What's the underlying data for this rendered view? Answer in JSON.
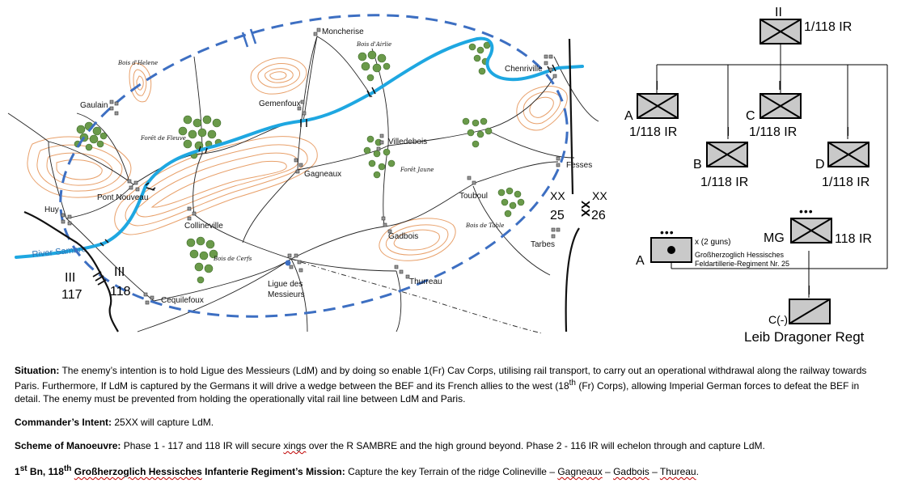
{
  "map": {
    "river_label": "River Sambre",
    "places": [
      {
        "id": "moncherise",
        "label": "Moncherise"
      },
      {
        "id": "chenriville",
        "label": "Chenriville"
      },
      {
        "id": "gaulain",
        "label": "Gaulain"
      },
      {
        "id": "gemenfoux",
        "label": "Gemenfoux"
      },
      {
        "id": "villedebois",
        "label": "Villedebois"
      },
      {
        "id": "gagneaux",
        "label": "Gagneaux"
      },
      {
        "id": "fesses",
        "label": "Fesses"
      },
      {
        "id": "pont_nouveau",
        "label": "Pont Nouveau"
      },
      {
        "id": "huy",
        "label": "Huy"
      },
      {
        "id": "touboul",
        "label": "Touboul"
      },
      {
        "id": "collineville",
        "label": "Collineville"
      },
      {
        "id": "gadbois",
        "label": "Gadbois"
      },
      {
        "id": "tarbes",
        "label": "Tarbes"
      },
      {
        "id": "thurreau",
        "label": "Thurreau"
      },
      {
        "id": "ligue1",
        "label": "Ligue des"
      },
      {
        "id": "ligue2",
        "label": "Messieurs"
      },
      {
        "id": "cequilefoux",
        "label": "Cequilefoux"
      }
    ],
    "woods": [
      {
        "id": "bois_airlie",
        "label": "Bois d'Airlie"
      },
      {
        "id": "bois_helene",
        "label": "Bois d'Helene"
      },
      {
        "id": "foret_fleuve",
        "label": "Forêt de Fleuve"
      },
      {
        "id": "foret_jaune",
        "label": "Forêt Jaune"
      },
      {
        "id": "bois_table",
        "label": "Bois de Table"
      },
      {
        "id": "bois_cerfs",
        "label": "Bois de Cerfs"
      }
    ],
    "units": {
      "ir117": {
        "echelon": "III",
        "number": "117"
      },
      "ir118": {
        "echelon": "III",
        "number": "118"
      },
      "div25": {
        "echelon": "XX",
        "number": "25"
      },
      "div26": {
        "echelon": "XX",
        "number": "26"
      },
      "boundary_symbol": "XX"
    }
  },
  "orbat": {
    "hq": {
      "echelon": "II",
      "label": "1/118 IR"
    },
    "companies": [
      {
        "id": "a",
        "letter": "A",
        "echelon": "I",
        "label": "1/118 IR"
      },
      {
        "id": "b",
        "letter": "B",
        "echelon": "I",
        "label": "1/118 IR"
      },
      {
        "id": "c",
        "letter": "C",
        "echelon": "I",
        "label": "1/118 IR"
      },
      {
        "id": "d",
        "letter": "D",
        "echelon": "I",
        "label": "1/118 IR"
      }
    ],
    "artillery": {
      "letter": "A",
      "echelon": "•••",
      "guns": "x (2 guns)",
      "name1": "Großherzoglich Hessisches",
      "name2": "Feldartillerie-Regiment Nr. 25"
    },
    "mg": {
      "label": "MG",
      "echelon": "•••",
      "unit": "118 IR"
    },
    "cavalry": {
      "letter": "C(-)",
      "echelon": "I",
      "name": "Leib Dragoner Regt"
    }
  },
  "orders": {
    "situation_label": "Situation:",
    "situation_text_1": " The enemy’s intention is to hold Ligue des Messieurs (LdM) and by doing so enable 1(Fr) Cav Corps, utilising rail transport, to carry out an operational withdrawal along the railway towards Paris.  Furthermore, If LdM is captured by the Germans it will drive a wedge between the BEF and its French allies to the west (18",
    "situation_sup": "th",
    "situation_text_2": " (Fr) Corps), allowing Imperial German forces to defeat the BEF in detail. The enemy must be prevented from holding the operationally vital rail line between LdM and Paris.",
    "intent_label": "Commander’s Intent:",
    "intent_text": "  25XX will capture LdM.",
    "scheme_label": "Scheme of Manoeuvre:",
    "scheme_text_1": "  Phase 1 - 117 and 118 IR will secure ",
    "scheme_xings": "xings",
    "scheme_text_2": " over the R SAMBRE and the high ground beyond.  Phase 2 - 116 IR will echelon through and capture LdM.",
    "mission_1": "1",
    "mission_sup1": "st",
    "mission_2": " Bn, 118",
    "mission_sup2": "th",
    "mission_name": "Großherzoglich Hessisches",
    "mission_3": " Infanterie Regiment’s Mission:",
    "mission_text_1": "   Capture the key Terrain of the ridge Colineville – ",
    "mission_gagneaux": "Gagneaux",
    "mission_dash": " – ",
    "mission_gadbois": "Gadbois",
    "mission_text_2": " – ",
    "mission_thureau": "Thureau",
    "mission_end": "."
  }
}
